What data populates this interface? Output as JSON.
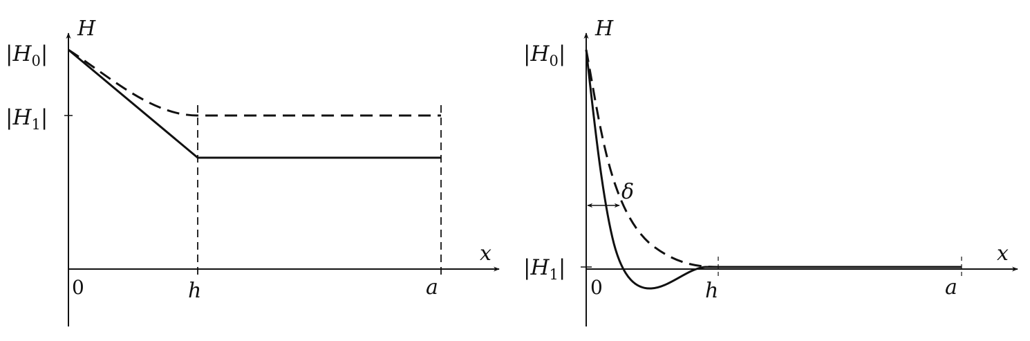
{
  "panels": [
    {
      "y_axis_label": "H",
      "x_axis_label": "x",
      "y_tick_labels": {
        "h0": "|H",
        "h0_sub": "0",
        "h1": "|H",
        "h1_sub": "1",
        "bar": "|"
      },
      "x_tick_labels": {
        "origin": "0",
        "h": "h",
        "a": "a"
      }
    },
    {
      "y_axis_label": "H",
      "x_axis_label": "x",
      "y_tick_labels": {
        "h0": "|H",
        "h0_sub": "0",
        "h1": "|H",
        "h1_sub": "1",
        "bar": "|"
      },
      "x_tick_labels": {
        "origin": "0",
        "h": "h",
        "a": "a"
      },
      "annotation": "δ"
    }
  ]
}
